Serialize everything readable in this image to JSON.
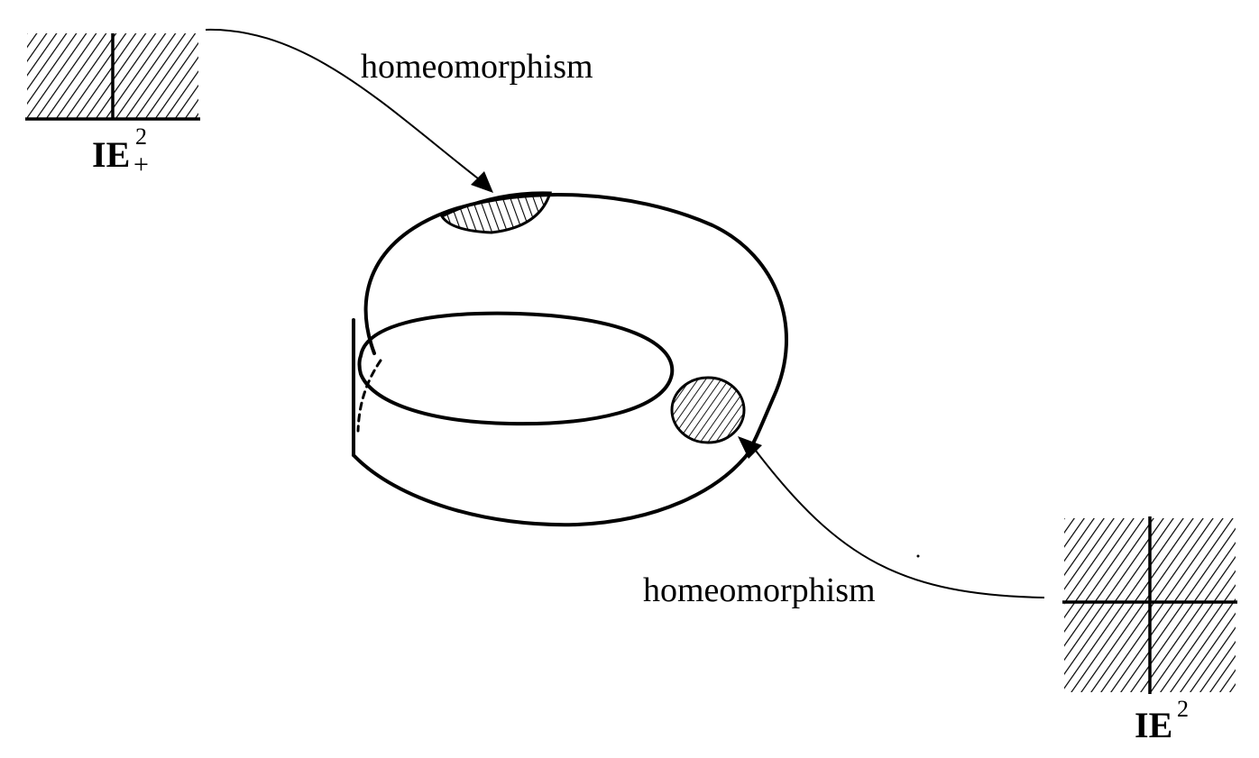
{
  "labels": {
    "arrow_top": "homeomorphism",
    "arrow_bottom": "homeomorphism",
    "half_plane": {
      "base": "IE",
      "superscript": "2",
      "subscript": "+"
    },
    "plane": {
      "base": "IE",
      "superscript": "2"
    }
  },
  "colors": {
    "ink": "#000000",
    "background": "#ffffff"
  }
}
